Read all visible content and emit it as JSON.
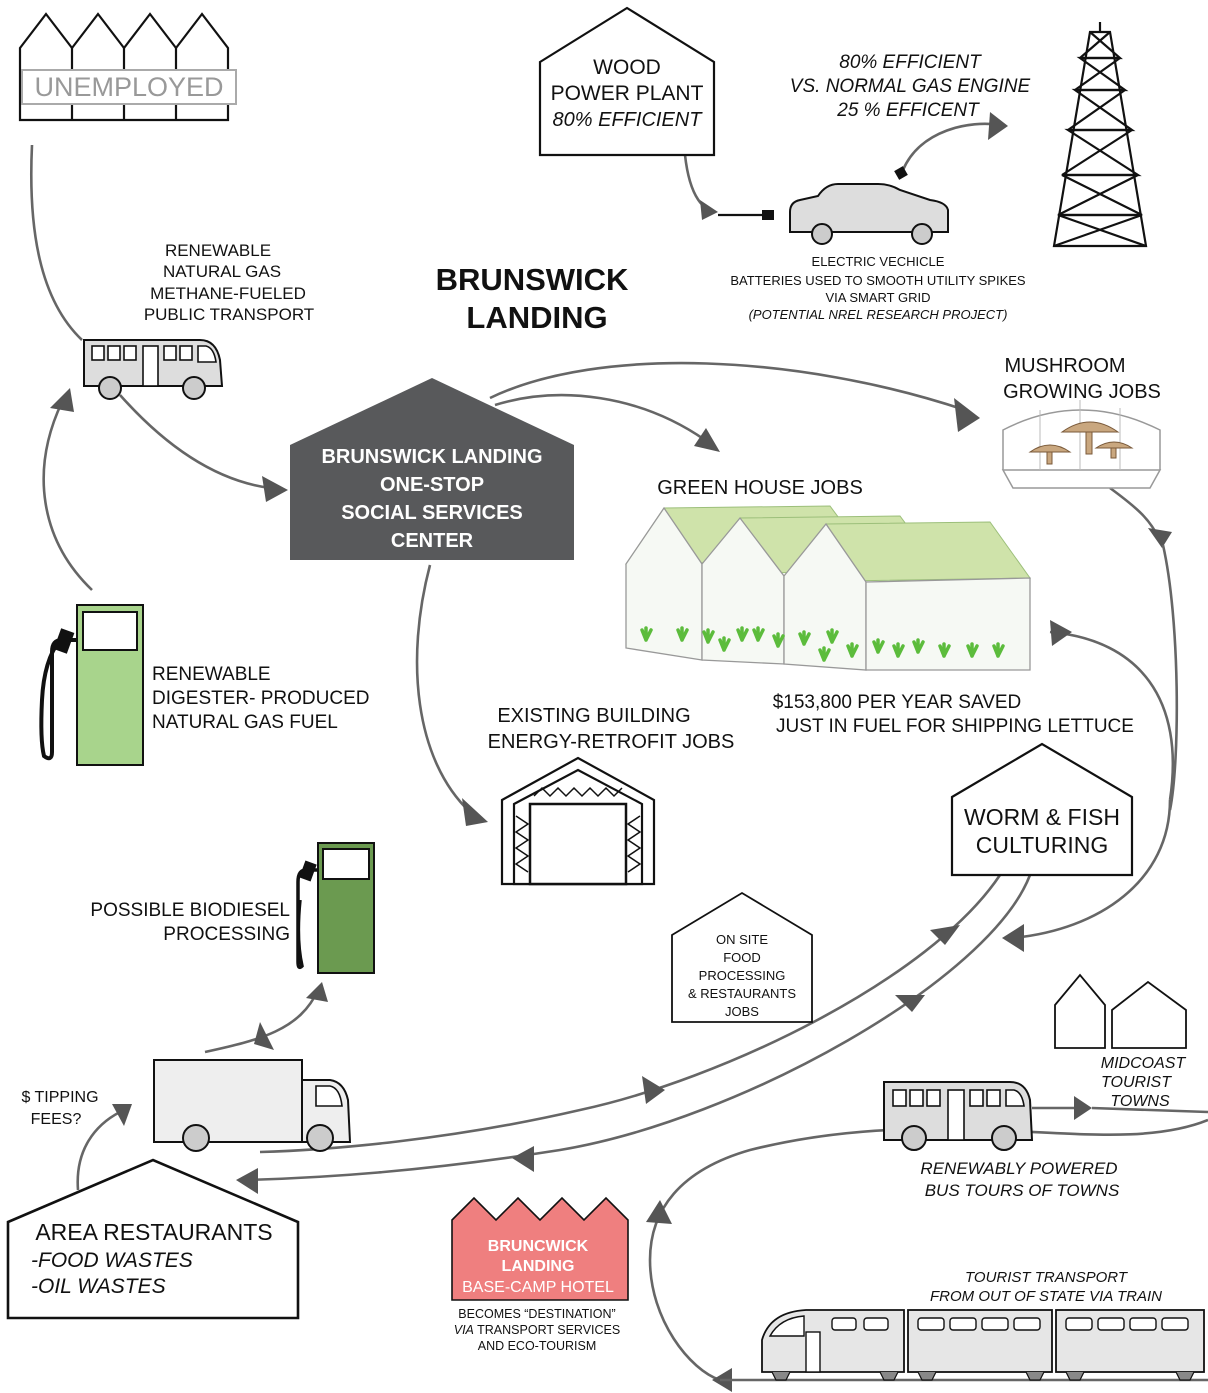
{
  "title_line1": "BRUNSWICK",
  "title_line2": "LANDING",
  "unemployed": "UNEMPLOYED",
  "wood_plant": {
    "line1": "WOOD",
    "line2": "POWER PLANT",
    "line3": "80% EFFICIENT"
  },
  "efficiency_note": {
    "line1": "80% EFFICIENT",
    "line2": "VS. NORMAL GAS ENGINE",
    "line3": "25 % EFFICENT"
  },
  "electric_vehicle": {
    "line1": "ELECTRIC VECHICLE",
    "line2": "BATTERIES USED TO SMOOTH UTILITY SPIKES",
    "line3": "VIA SMART GRID",
    "line4": "(POTENTIAL NREL RESEARCH PROJECT)"
  },
  "public_transport": {
    "line1": "RENEWABLE",
    "line2": "NATURAL GAS",
    "line3": "METHANE-FUELED",
    "line4": "PUBLIC TRANSPORT"
  },
  "social_center": {
    "line1": "BRUNSWICK LANDING",
    "line2": "ONE-STOP",
    "line3": "SOCIAL SERVICES",
    "line4": "CENTER"
  },
  "mushroom": {
    "line1": "MUSHROOM",
    "line2": "GROWING JOBS"
  },
  "greenhouse_label": "GREEN HOUSE JOBS",
  "savings": {
    "line1": "$153,800 PER YEAR SAVED",
    "line2": "JUST IN FUEL FOR SHIPPING LETTUCE"
  },
  "digester_fuel": {
    "line1": "RENEWABLE",
    "line2": "DIGESTER- PRODUCED",
    "line3": "NATURAL GAS FUEL"
  },
  "retrofit": {
    "line1": "EXISTING BUILDING",
    "line2": "ENERGY-RETROFIT JOBS"
  },
  "worm_fish": {
    "line1": "WORM & FISH",
    "line2": "CULTURING"
  },
  "biodiesel": {
    "line1": "POSSIBLE BIODIESEL",
    "line2": "PROCESSING"
  },
  "food_processing": {
    "line1": "ON SITE",
    "line2": "FOOD",
    "line3": "PROCESSING",
    "line4": "& RESTAURANTS",
    "line5": "JOBS"
  },
  "midcoast": {
    "line1": "MIDCOAST",
    "line2": "TOURIST",
    "line3": "TOWNS"
  },
  "tipping": {
    "line1": "$ TIPPING",
    "line2": "FEES?"
  },
  "bus_tours": {
    "line1": "RENEWABLY POWERED",
    "line2": "BUS TOURS OF TOWNS"
  },
  "restaurants": {
    "line1": "AREA RESTAURANTS",
    "line2": "-FOOD WASTES",
    "line3": "-OIL WASTES"
  },
  "hotel": {
    "line1": "BRUNCWICK",
    "line2": "LANDING",
    "line3": "BASE-CAMP HOTEL"
  },
  "destination": {
    "line1": "BECOMES “DESTINATION”",
    "line2_italic": "VIA",
    "line2_rest": " TRANSPORT SERVICES",
    "line3": "AND ECO-TOURISM"
  },
  "tourist_transport": {
    "line1": "TOURIST TRANSPORT",
    "line2": "FROM OUT OF STATE VIA TRAIN"
  },
  "colors": {
    "center_fill": "#58595b",
    "fuel_light": "#a8d48c",
    "fuel_dark": "#6b9a50",
    "greenhouse_roof": "#cfe3aa",
    "plant_green": "#5cbc3c",
    "mushroom": "#c9a77f",
    "hotel_fill": "#ef7f7f",
    "flow_gray": "#666666"
  }
}
